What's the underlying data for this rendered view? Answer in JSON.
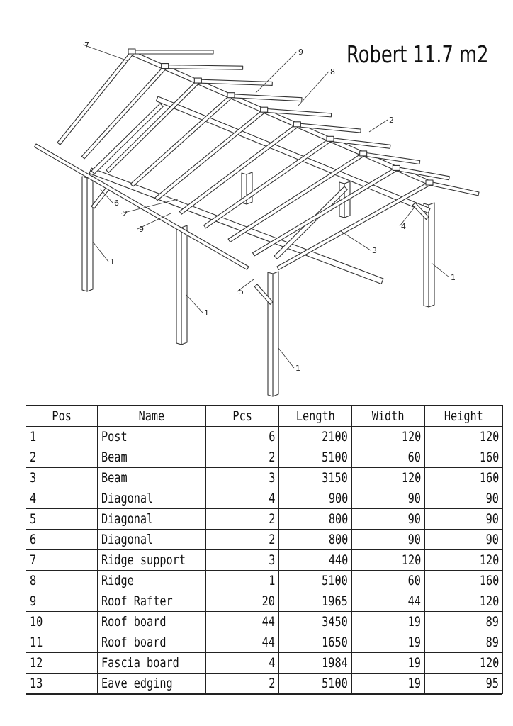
{
  "title": "Robert 11.7 m2",
  "callouts": [
    "1",
    "1",
    "1",
    "1",
    "2",
    "2",
    "3",
    "4",
    "5",
    "6",
    "7",
    "8",
    "9",
    "9"
  ],
  "table": {
    "headers": [
      "Pos",
      "Name",
      "Pcs",
      "Length",
      "Width",
      "Height"
    ],
    "rows": [
      [
        "1",
        "Post",
        "6",
        "2100",
        "120",
        "120"
      ],
      [
        "2",
        "Beam",
        "2",
        "5100",
        "60",
        "160"
      ],
      [
        "3",
        "Beam",
        "3",
        "3150",
        "120",
        "160"
      ],
      [
        "4",
        "Diagonal",
        "4",
        "900",
        "90",
        "90"
      ],
      [
        "5",
        "Diagonal",
        "2",
        "800",
        "90",
        "90"
      ],
      [
        "6",
        "Diagonal",
        "2",
        "800",
        "90",
        "90"
      ],
      [
        "7",
        "Ridge support",
        "3",
        "440",
        "120",
        "120"
      ],
      [
        "8",
        "Ridge",
        "1",
        "5100",
        "60",
        "160"
      ],
      [
        "9",
        "Roof Rafter",
        "20",
        "1965",
        "44",
        "120"
      ],
      [
        "10",
        "Roof board",
        "44",
        "3450",
        "19",
        "89"
      ],
      [
        "11",
        "Roof board",
        "44",
        "1650",
        "19",
        "89"
      ],
      [
        "12",
        "Fascia board",
        "4",
        "1984",
        "19",
        "120"
      ],
      [
        "13",
        "Eave edging",
        "2",
        "5100",
        "19",
        "95"
      ]
    ]
  }
}
